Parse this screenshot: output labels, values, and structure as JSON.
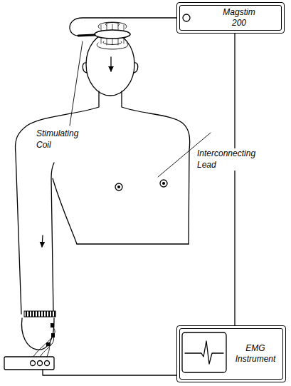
{
  "diagram": {
    "nodes": [
      {
        "text": [
          "Magstim 200"
        ]
      },
      {
        "text": [
          "EMG Instrument"
        ]
      }
    ],
    "edges": [
      {
        "from": 0,
        "to": 1,
        "arrow": "none"
      }
    ],
    "labels": [
      "Stimulating Coil",
      "Interconnecting Lead"
    ]
  }
}
